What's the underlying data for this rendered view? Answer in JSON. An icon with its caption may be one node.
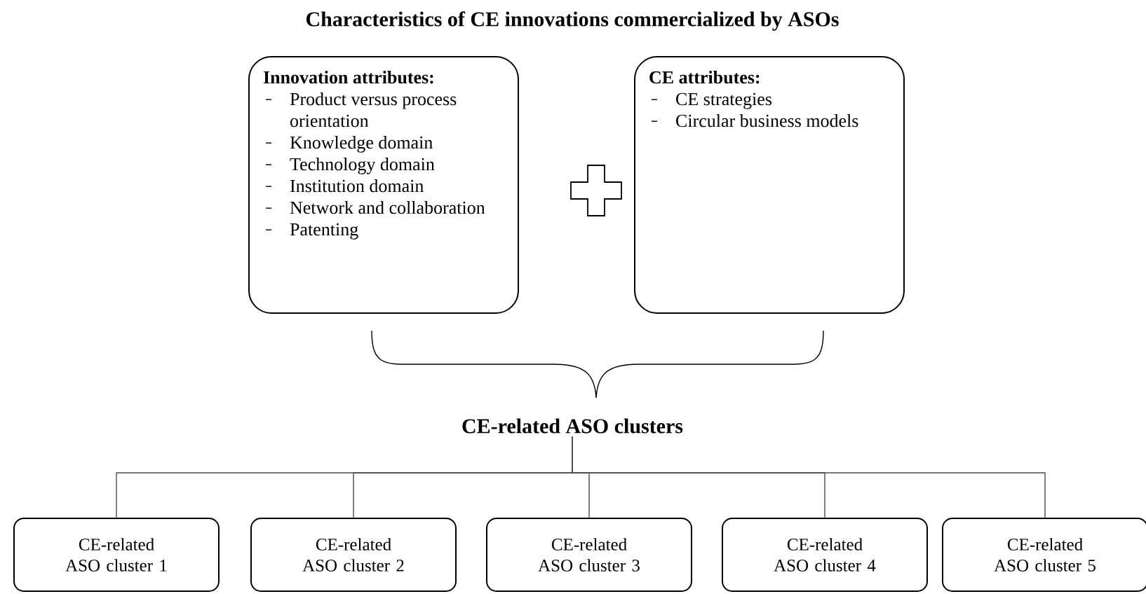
{
  "diagram": {
    "title": "Characteristics of CE innovations commercialized by ASOs",
    "nodes": [
      {
        "text": [
          "Innovation attributes:",
          "Product versus process orientation",
          "Knowledge domain",
          "Technology domain",
          "Institution domain",
          "Network and collaboration",
          "Patenting"
        ]
      },
      {
        "text": [
          "CE attributes:",
          "CE strategies",
          "Circular business models"
        ]
      },
      {
        "text": [
          "CE-related ASO clusters"
        ]
      },
      {
        "text": [
          "CE-related ASO cluster 1"
        ]
      },
      {
        "text": [
          "CE-related ASO cluster 2"
        ]
      },
      {
        "text": [
          "CE-related ASO cluster 3"
        ]
      },
      {
        "text": [
          "CE-related ASO cluster 4"
        ]
      },
      {
        "text": [
          "CE-related ASO cluster 5"
        ]
      }
    ],
    "edges": [
      {
        "from": 2,
        "to": 3,
        "arrow": "none"
      },
      {
        "from": 2,
        "to": 4,
        "arrow": "none"
      },
      {
        "from": 2,
        "to": 5,
        "arrow": "none"
      },
      {
        "from": 2,
        "to": 6,
        "arrow": "none"
      },
      {
        "from": 2,
        "to": 7,
        "arrow": "none"
      }
    ]
  }
}
